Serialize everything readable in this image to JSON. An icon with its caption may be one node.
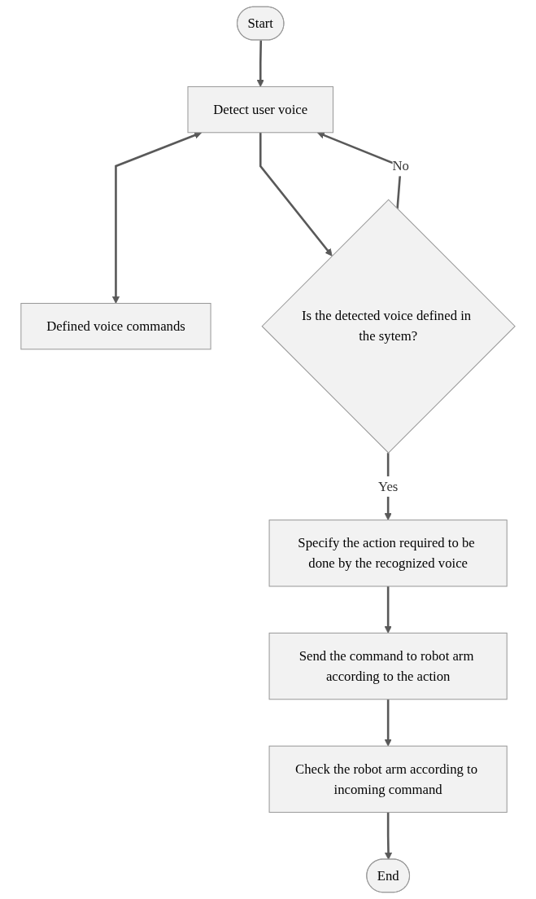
{
  "diagram": {
    "nodes": [
      {
        "text": [
          "Start"
        ]
      },
      {
        "text": [
          "Detect user voice"
        ]
      },
      {
        "text": [
          "Defined voice commands"
        ]
      },
      {
        "text": [
          "Is the detected voice defined in the sytem?"
        ]
      },
      {
        "text": [
          "Specify the action required to be done by the recognized voice"
        ]
      },
      {
        "text": [
          "Send the command to robot arm according to the action"
        ]
      },
      {
        "text": [
          "Check the robot arm according to incoming command"
        ]
      },
      {
        "text": [
          "End"
        ]
      }
    ],
    "edges": [
      {
        "from": 0,
        "to": 1,
        "arrow": "to"
      },
      {
        "from": 1,
        "to": 2,
        "arrow": "both"
      },
      {
        "from": 1,
        "to": 3,
        "arrow": "to"
      },
      {
        "from": 3,
        "to": 1,
        "arrow": "to",
        "label": "No"
      },
      {
        "from": 3,
        "to": 4,
        "arrow": "to",
        "label": "Yes"
      },
      {
        "from": 4,
        "to": 5,
        "arrow": "to"
      },
      {
        "from": 5,
        "to": 6,
        "arrow": "to"
      },
      {
        "from": 6,
        "to": 7,
        "arrow": "to"
      }
    ]
  }
}
